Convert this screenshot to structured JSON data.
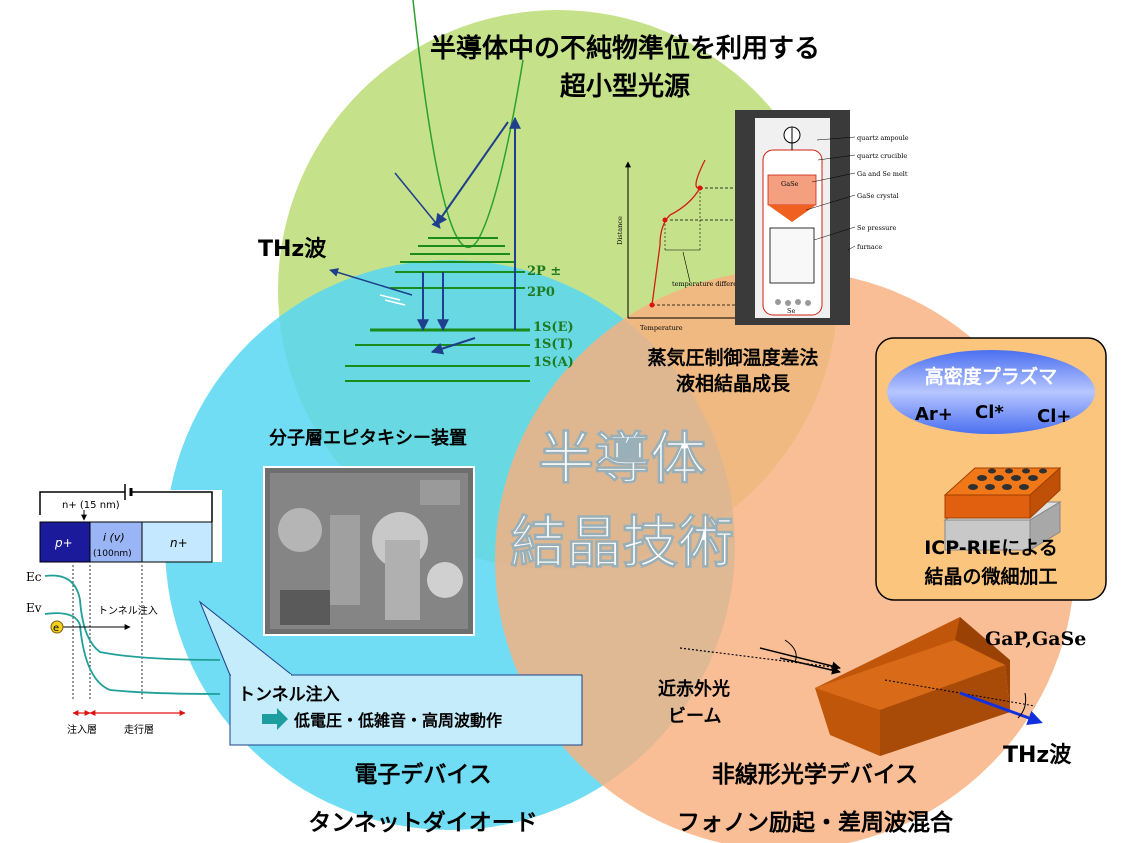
{
  "colors": {
    "green_circle": "#c5e28a",
    "blue_circle": "#57d7f2",
    "orange_circle": "#f8b07f",
    "plasma_box": "#fcc57e",
    "level_green": "#1a8c1a",
    "arrow_blue": "#1f3f8c"
  },
  "top": {
    "title_line1": "半導体中の不純物準位を利用する",
    "title_line2": "超小型光源",
    "thz": "THz波",
    "levels": [
      "2P ±",
      "2P0",
      "1S(E)",
      "1S(T)",
      "1S(A)"
    ],
    "growth_line1": "蒸気圧制御温度差法",
    "growth_line2": "液相結晶成長",
    "plot_ylabel": "Distance",
    "plot_xlabel": "Temperature",
    "plot_note": "temperature difference",
    "furnace_labels": [
      "quartz ampoule",
      "quartz crucible",
      "Ga and Se melt",
      "GaSe crystal",
      "Se pressure",
      "furnace"
    ],
    "ampoule_se": "Se",
    "crucible_text": "GaSe"
  },
  "center": {
    "line1": "半導体",
    "line2": "結晶技術"
  },
  "left": {
    "mbe_title": "分子層エピタキシー装置",
    "n_plus_top": "n+ (15 nm)",
    "p_plus": "p+",
    "i_layer": "i (v)",
    "i_thick": "(100nm)",
    "n_plus": "n+",
    "ec": "Ec",
    "ev": "Ev",
    "electron": "e",
    "tunnel_arrow": "トンネル注入",
    "inject_layer": "注入層",
    "drift_layer": "走行層",
    "box_title": "トンネル注入",
    "box_item": "低電圧・低雑音・高周波動作",
    "device_line1": "電子デバイス",
    "device_line2": "タンネットダイオード"
  },
  "right": {
    "plasma": "高密度プラズマ",
    "ar": "Ar+",
    "cl_star": "Cl*",
    "cl_plus": "Cl+",
    "icp_line1": "ICP-RIEによる",
    "icp_line2": "結晶の微細加工",
    "crystal": "GaP,GaSe",
    "beam_line1": "近赤外光",
    "beam_line2": "ビーム",
    "thz": "THz波",
    "device_line1": "非線形光学デバイス",
    "device_line2": "フォノン励起・差周波混合"
  }
}
